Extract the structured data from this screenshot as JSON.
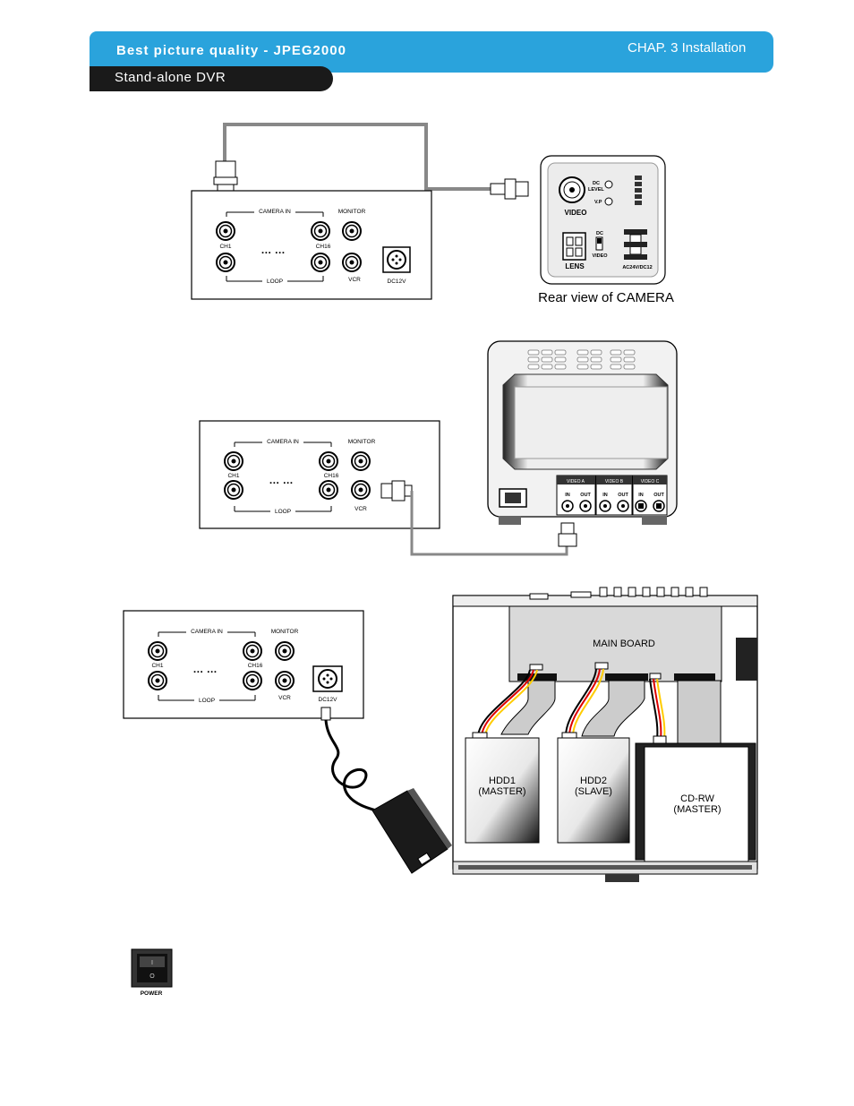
{
  "header": {
    "title": "Best picture quality - JPEG2000",
    "chapter": "CHAP. 3   Installation",
    "subtitle": "Stand-alone DVR"
  },
  "dvr_panel": {
    "camera_in": "CAMERA IN",
    "monitor": "MONITOR",
    "ch1": "CH1",
    "ch16": "CH16",
    "dots": "…  …",
    "loop": "LOOP",
    "vcr": "VCR",
    "dc12v": "DC12V"
  },
  "camera": {
    "dc_level": "DC\nLEVEL",
    "dc": "DC",
    "level": "LEVEL",
    "vp": "V.P",
    "video": "VIDEO",
    "lens": "LENS",
    "lens_dc": "DC",
    "lens_video": "VIDEO",
    "power": "AC24V/DC12",
    "caption": "Rear view of CAMERA"
  },
  "monitor_rear": {
    "video_a": "VIDEO A",
    "video_b": "VIDEO B",
    "video_c": "VIDEO C",
    "in": "IN",
    "out": "OUT"
  },
  "internal": {
    "main_board": "MAIN BOARD",
    "hdd1_line1": "HDD1",
    "hdd1_line2": "(MASTER)",
    "hdd2_line1": "HDD2",
    "hdd2_line2": "(SLAVE)",
    "cdrw_line1": "CD-RW",
    "cdrw_line2": "(MASTER)"
  },
  "power_switch": {
    "label": "POWER"
  }
}
